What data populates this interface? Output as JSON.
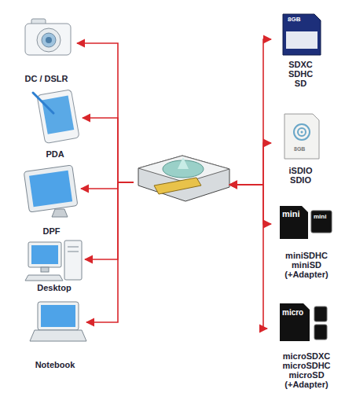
{
  "diagram": {
    "nodes": [
      {
        "text": [
          "DC / DSLR"
        ]
      },
      {
        "text": [
          "PDA"
        ]
      },
      {
        "text": [
          "DPF"
        ]
      },
      {
        "text": [
          "Desktop"
        ]
      },
      {
        "text": [
          "Notebook"
        ]
      },
      {
        "text": []
      },
      {
        "text": [
          "SDXC SDHC SD"
        ]
      },
      {
        "text": [
          "iSDIO SDIO"
        ]
      },
      {
        "text": [
          "miniSDHC miniSD (+Adapter)"
        ]
      },
      {
        "text": [
          "microSDXC microSDHC microSD (+Adapter)"
        ]
      }
    ],
    "edges": [
      {
        "from": 5,
        "to": 0,
        "arrow": "to"
      },
      {
        "from": 5,
        "to": 1,
        "arrow": "to"
      },
      {
        "from": 5,
        "to": 2,
        "arrow": "to"
      },
      {
        "from": 5,
        "to": 3,
        "arrow": "to"
      },
      {
        "from": 5,
        "to": 4,
        "arrow": "to"
      },
      {
        "from": 5,
        "to": 6,
        "arrow": "both"
      },
      {
        "from": 5,
        "to": 7,
        "arrow": "both"
      },
      {
        "from": 5,
        "to": 8,
        "arrow": "both"
      },
      {
        "from": 5,
        "to": 9,
        "arrow": "both"
      }
    ],
    "labels": [
      "8GB",
      "8GB",
      "mini",
      "mini",
      "micro"
    ]
  }
}
